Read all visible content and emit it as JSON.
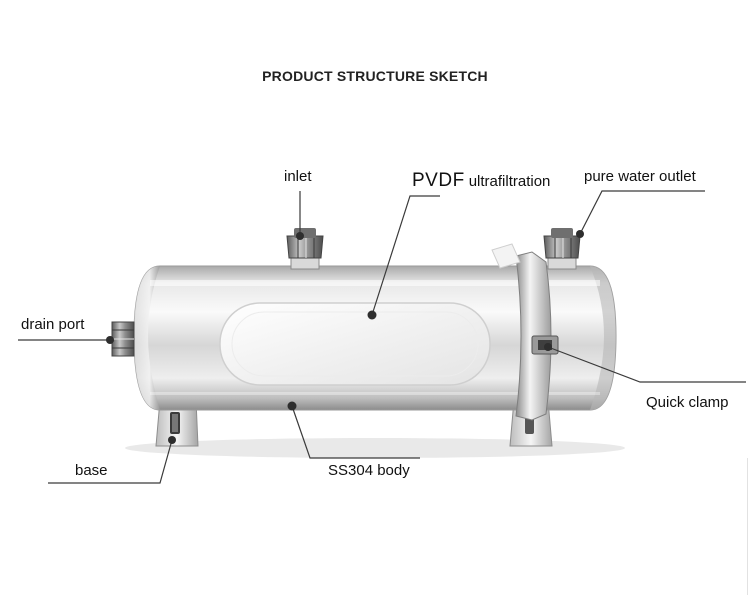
{
  "title": "PRODUCT STRUCTURE SKETCH",
  "labels": {
    "inlet": "inlet",
    "pvdf_bold": "PVDF",
    "pvdf_rest": "ultrafiltration",
    "pure_water_outlet": "pure water outlet",
    "drain_port": "drain port",
    "quick_clamp": "Quick clamp",
    "base": "base",
    "ss304_body": "SS304 body"
  },
  "colors": {
    "steel_light": "#f4f4f4",
    "steel_mid": "#c9c9c9",
    "steel_dark": "#8a8a8a",
    "leader_line": "#3a3a3a"
  }
}
